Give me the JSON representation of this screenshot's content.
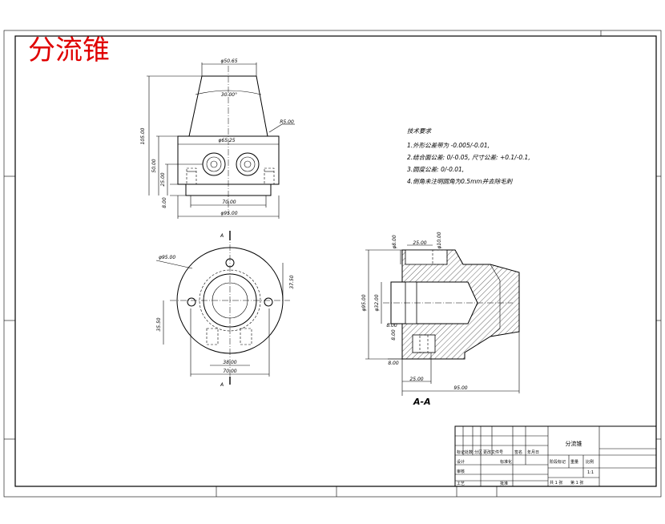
{
  "drawing": {
    "title": "分流锥",
    "section_label": "A-A",
    "cut_marker": "A"
  },
  "front_view": {
    "dims": {
      "top_width": "φ50.65",
      "taper_angle": "30.00°",
      "overall_height": "105.00",
      "mid_height": "50.00",
      "hole_height": "25.00",
      "base_height": "8.00",
      "flange_width": "φ65.25",
      "inner_width": "70.00",
      "base_width": "φ95.00",
      "chamfer": "R5.00"
    }
  },
  "top_view": {
    "dims": {
      "outer_dia": "φ95.00",
      "right_height": "37.50",
      "left_height": "35.50",
      "inner_span": "38.00",
      "bottom_span": "70.00"
    }
  },
  "section_view": {
    "dims": {
      "d_small": "φ8.00",
      "top_offset": "25.00",
      "d_top2": "φ10.00",
      "outer_dia": "φ95.00",
      "bore_dia": "φ32.00",
      "step_a": "8.00",
      "step_b": "8.00",
      "step_c": "8.00",
      "bottom_offset": "25.00",
      "total_length": "95.00"
    }
  },
  "tech_notes": {
    "heading": "技术要求",
    "items": [
      "1.外形公差带为 -0.005/-0.01,",
      "2.结合面公差: 0/-0.05, 尺寸公差: +0.1/-0.1,",
      "3.圆度公差: 0/-0.01,",
      "4.倒角未注明圆角为0.5mm并去除毛刺"
    ]
  },
  "title_block": {
    "part_name": "分流锥",
    "row_labels": [
      "标记",
      "处数",
      "分区",
      "更改文件号",
      "签名",
      "年月日"
    ],
    "design": "设计",
    "standard": "标准化",
    "stage": "阶段标记",
    "weight": "重量",
    "ratio": "比例",
    "ratio_value": "1:1",
    "review": "审核",
    "process": "工艺",
    "approve": "批准",
    "sheet_total": "共 1 张",
    "sheet_no": "第 1 张"
  }
}
